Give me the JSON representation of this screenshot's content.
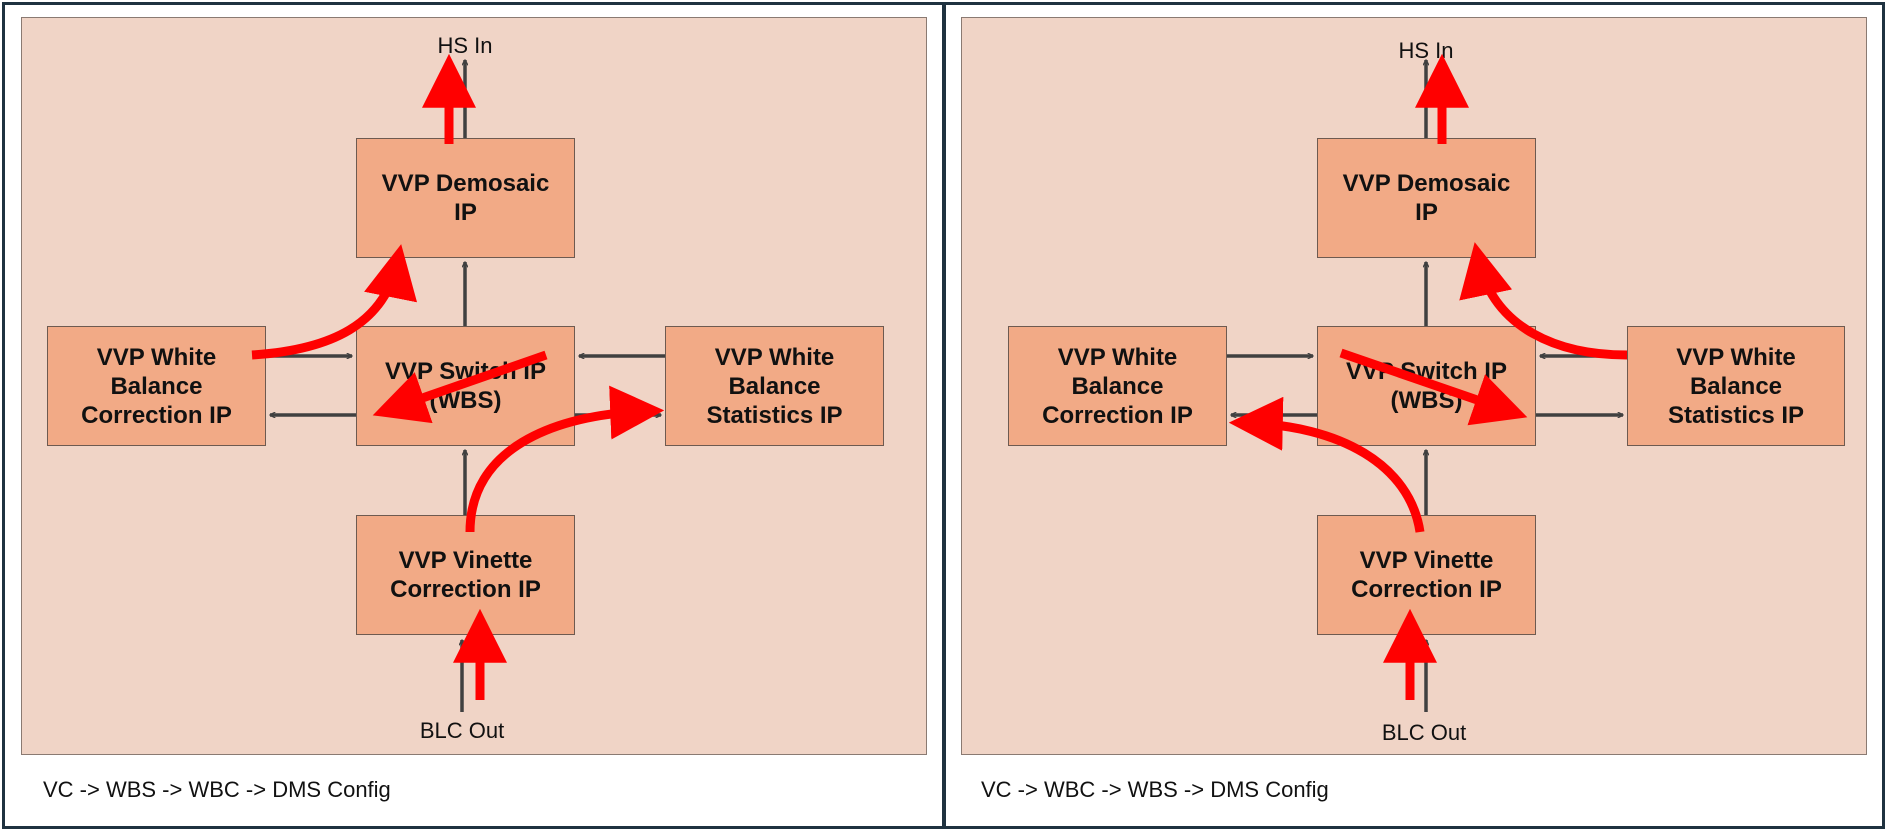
{
  "panels": [
    {
      "caption": "VC -> WBS -> WBC -> DMS Config",
      "hs_in": "HS In",
      "blc_out": "BLC Out",
      "nodes": {
        "demosaic": "VVP Demosaic\nIP",
        "wb_correction": "VVP White\nBalance\nCorrection IP",
        "switch": "VVP Switch IP\n(WBS)",
        "wb_statistics": "VVP White\nBalance\nStatistics IP",
        "vinette": "VVP Vinette\nCorrection IP"
      }
    },
    {
      "caption": "VC -> WBC -> WBS -> DMS Config",
      "hs_in": "HS In",
      "blc_out": "BLC Out",
      "nodes": {
        "demosaic": "VVP Demosaic\nIP",
        "wb_correction": "VVP White\nBalance\nCorrection IP",
        "switch": "VVP Switch IP\n(WBS)",
        "wb_statistics": "VVP White\nBalance\nStatistics IP",
        "vinette": "VVP Vinette\nCorrection IP"
      }
    }
  ],
  "colors": {
    "panel_border": "#1f3240",
    "canvas_bg": "#f0d4c6",
    "node_fill": "#f2aa86",
    "connector": "#404040",
    "highlight_path": "#ff0000"
  }
}
